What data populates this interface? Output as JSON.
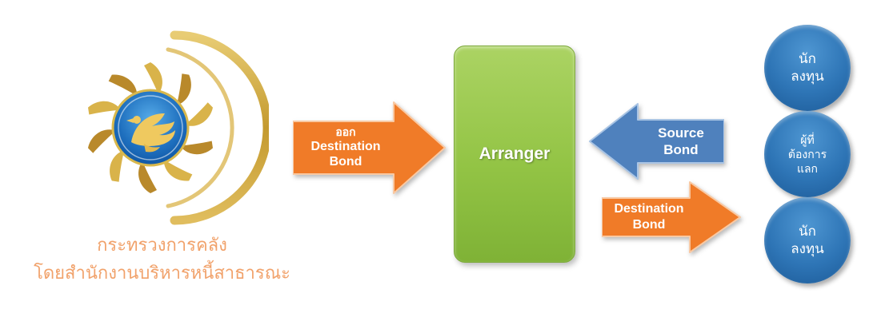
{
  "colors": {
    "arrow_orange": "#F07B28",
    "arrow_orange_edge": "#F9C9A3",
    "arrow_blue": "#4F81BD",
    "arrow_blue_edge": "#A9C4E4",
    "arranger_green": "#93C445",
    "circle_blue": "#2E75B6",
    "caption_orange": "#F1A26B",
    "logo_gold": "#C9992D",
    "logo_inner_blue": "#1565C0"
  },
  "logo": {
    "icon": "ministry-of-finance-garuda-emblem",
    "caption_line1": "กระทรวงการคลัง",
    "caption_line2": "โดยสำนักงานบริหารหนี้สาธารณะ"
  },
  "arranger": {
    "label": "Arranger"
  },
  "arrows": {
    "issue": {
      "direction": "right",
      "line1": "ออก",
      "line2": "Destination",
      "line3": "Bond"
    },
    "source": {
      "direction": "left",
      "label": "Source\nBond"
    },
    "destination": {
      "direction": "right",
      "label": "Destination\nBond"
    }
  },
  "investors": [
    {
      "label": "นัก\nลงทุน"
    },
    {
      "label": "ผู้ที่\nต้องการ\nแลก"
    },
    {
      "label": "นัก\nลงทุน"
    }
  ]
}
